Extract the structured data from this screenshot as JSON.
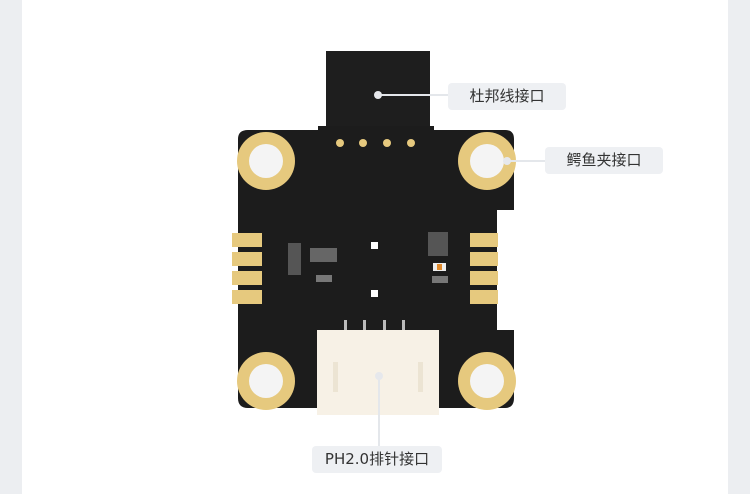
{
  "callouts": {
    "dupont": "杜邦线接口",
    "alligator": "鳄鱼夹接口",
    "ph20": "PH2.0排针接口"
  },
  "colors": {
    "board": "#1c1c1c",
    "pad": "#e6c97e",
    "connector": "#f7f1e6",
    "label_bg": "#eef0f3"
  }
}
